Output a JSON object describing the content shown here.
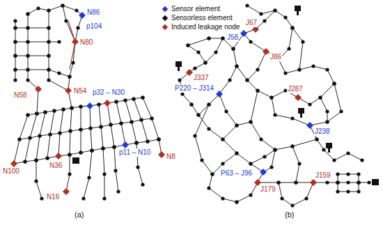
{
  "diagram": {
    "labels": [
      "N86",
      "p104",
      "N80",
      "N58",
      "N54",
      "p32 – N30",
      "N100",
      "N36",
      "p11 – N10",
      "N8",
      "N16",
      "(a)",
      "J67",
      "J58",
      "J86",
      "J337",
      "P220 – J314",
      "J287",
      "J238",
      "J159",
      "P63 – J96",
      "J179",
      "(b)"
    ],
    "legend": [
      {
        "text": "Sensor element",
        "color": "#1f3ad8"
      },
      {
        "text": "Sensorless element",
        "color": "#111111"
      },
      {
        "text": "Induced leakage node",
        "color": "#b0301f"
      }
    ]
  }
}
